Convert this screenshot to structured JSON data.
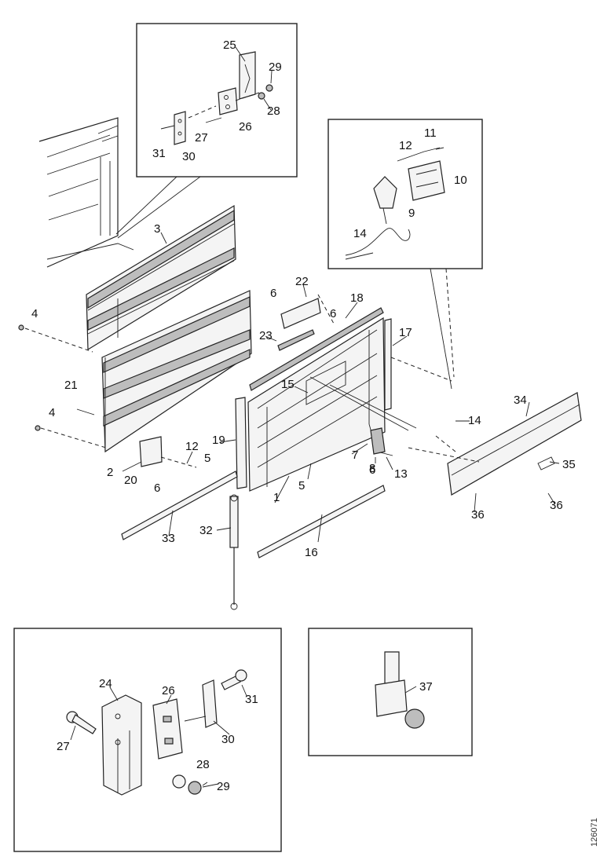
{
  "figure_id": "126071",
  "callouts": {
    "p1": "1",
    "p2": "2",
    "p3": "3",
    "p4a": "4",
    "p4b": "4",
    "p5a": "5",
    "p5b": "5",
    "p6a": "6",
    "p6b": "6",
    "p6c": "6",
    "p6d": "6",
    "p7": "7",
    "p8": "8",
    "p9": "9",
    "p10": "10",
    "p11": "11",
    "p12a": "12",
    "p12b": "12",
    "p13": "13",
    "p14a": "14",
    "p14b": "14",
    "p15": "15",
    "p16": "16",
    "p17": "17",
    "p18": "18",
    "p19": "19",
    "p20": "20",
    "p21": "21",
    "p22": "22",
    "p23": "23",
    "p24": "24",
    "p25": "25",
    "p26a": "26",
    "p26b": "26",
    "p27a": "27",
    "p27b": "27",
    "p28a": "28",
    "p28b": "28",
    "p29a": "29",
    "p29b": "29",
    "p30a": "30",
    "p30b": "30",
    "p31a": "31",
    "p31b": "31",
    "p32": "32",
    "p33": "33",
    "p34": "34",
    "p35": "35",
    "p36a": "36",
    "p36b": "36",
    "p37": "37"
  }
}
